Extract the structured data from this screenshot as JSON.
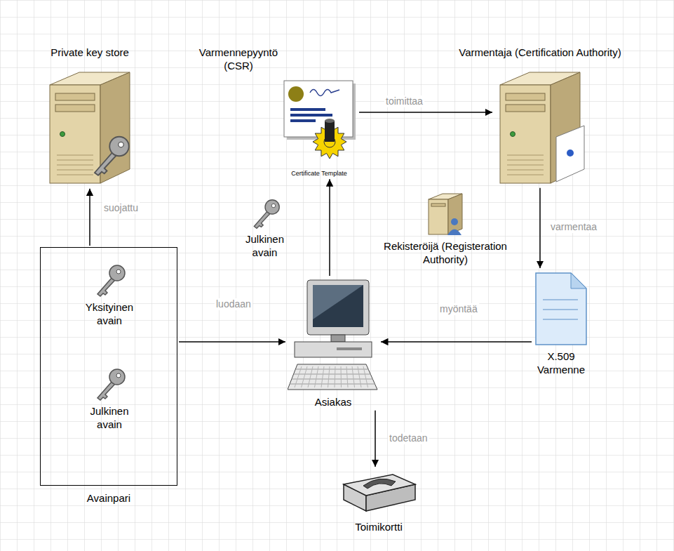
{
  "diagram": {
    "nodes": [
      {
        "text": [
          "Private key store"
        ]
      },
      {
        "text": [
          "Varmennepyyntö (CSR)",
          "Certificate Template"
        ]
      },
      {
        "text": [
          "Varmentaja (Certification Authority)"
        ]
      },
      {
        "text": [
          "Avainpari"
        ]
      },
      {
        "text": [
          "Yksityinen avain"
        ],
        "in": 3
      },
      {
        "text": [
          "Julkinen avain"
        ],
        "in": 3
      },
      {
        "text": [
          "Julkinen avain"
        ]
      },
      {
        "text": [
          "Rekisteröijä (Registeration Authority)"
        ]
      },
      {
        "text": [
          "Asiakas"
        ]
      },
      {
        "text": [
          "X.509 Varmenne"
        ]
      },
      {
        "text": [
          "Toimikortti"
        ]
      }
    ],
    "edges": [
      {
        "from": 3,
        "to": 0,
        "label": "suojattu",
        "arrow": "to"
      },
      {
        "from": 3,
        "to": 8,
        "label": "luodaan",
        "arrow": "to"
      },
      {
        "from": 8,
        "to": 1,
        "arrow": "to"
      },
      {
        "from": 1,
        "to": 2,
        "label": "toimittaa",
        "arrow": "to"
      },
      {
        "from": 2,
        "to": 9,
        "label": "varmentaa",
        "arrow": "to"
      },
      {
        "from": 9,
        "to": 8,
        "label": "myöntää",
        "arrow": "to"
      },
      {
        "from": 8,
        "to": 10,
        "label": "todetaan",
        "arrow": "to"
      }
    ]
  }
}
